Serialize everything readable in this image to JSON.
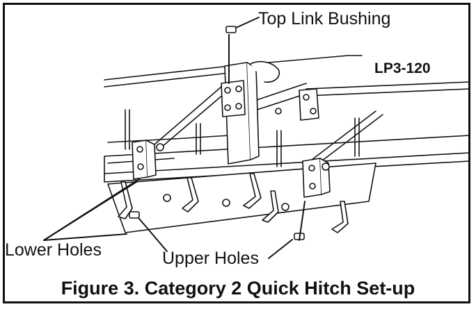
{
  "labels": {
    "top_link_bushing": "Top Link Bushing",
    "model": "LP3-120",
    "lower_holes": "Lower Holes",
    "upper_holes": "Upper Holes"
  },
  "caption": "Figure 3. Category 2 Quick Hitch Set-up",
  "colors": {
    "line": "#111111",
    "background": "#ffffff"
  }
}
